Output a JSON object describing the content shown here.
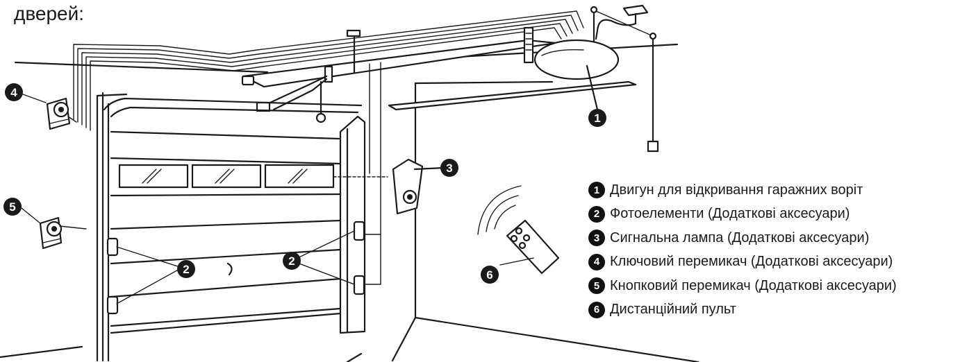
{
  "heading": "дверей:",
  "callouts": [
    "1",
    "2",
    "3",
    "4",
    "5",
    "6"
  ],
  "legend": [
    {
      "num": "1",
      "text": "Двигун для відкривання гаражних воріт"
    },
    {
      "num": "2",
      "text": "Фотоелементи (Додаткові аксесуари)"
    },
    {
      "num": "3",
      "text": "Сигнальна лампа (Додаткові аксесуари)"
    },
    {
      "num": "4",
      "text": "Ключовий перемикач (Додаткові аксесуари)"
    },
    {
      "num": "5",
      "text": "Кнопковий перемикач (Додаткові аксесуари)"
    },
    {
      "num": "6",
      "text": "Дистанційний пульт"
    }
  ],
  "colors": {
    "line": "#1a1a1a",
    "background": "#ffffff",
    "badge": "#111111"
  }
}
